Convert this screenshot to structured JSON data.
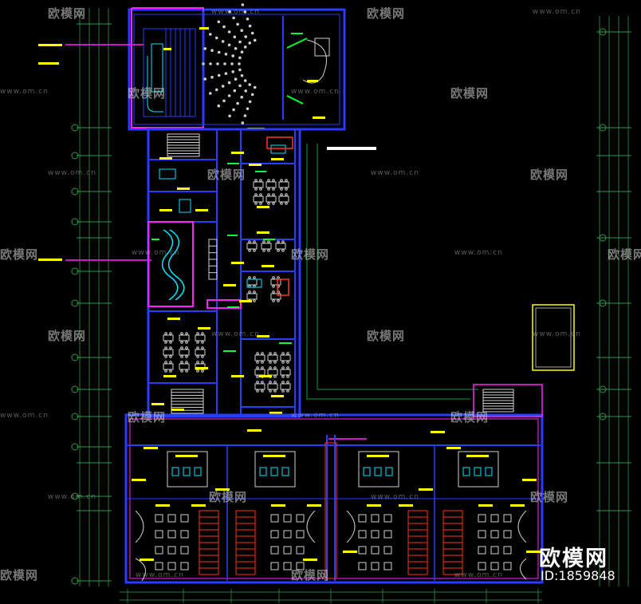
{
  "watermark": {
    "logo_text": "欧模网",
    "url": "www.om.cn"
  },
  "brand": {
    "logo_text": "欧模网",
    "id_text": "ID:1859848"
  },
  "colors": {
    "background": "#000000",
    "wall": "#2a3cff",
    "wall_magenta": "#ff22ff",
    "yellow": "#ffff00",
    "green": "#00ff33",
    "red": "#ff3322",
    "cyan": "#00e5ff",
    "white": "#ffffff",
    "dim_green": "#1f7a3a",
    "furniture": "#d0d0d0"
  },
  "icons": {
    "theater": "auditorium-seating-icon",
    "stair": "stair-icon",
    "pool": "curved-pool-icon",
    "table": "dining-table-icon",
    "toilet": "restroom-fixture-icon"
  }
}
